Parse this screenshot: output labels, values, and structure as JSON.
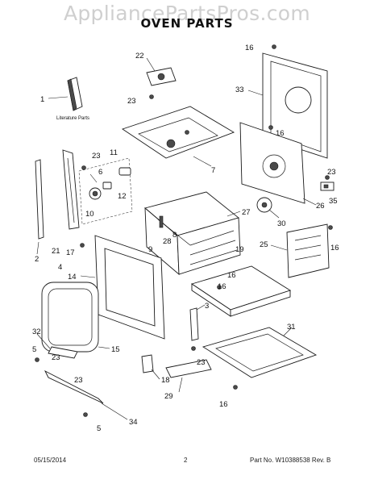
{
  "header": {
    "watermark": "AppliancePartsPros.com",
    "title": "OVEN PARTS"
  },
  "literature_label": "Literature Parts",
  "callouts": [
    "1",
    "2",
    "3",
    "4",
    "5",
    "5",
    "6",
    "7",
    "8",
    "9",
    "10",
    "11",
    "12",
    "14",
    "15",
    "16",
    "16",
    "16",
    "16",
    "16",
    "16",
    "17",
    "18",
    "19",
    "21",
    "22",
    "23",
    "23",
    "23",
    "23",
    "23",
    "23",
    "25",
    "26",
    "27",
    "28",
    "29",
    "30",
    "31",
    "32",
    "33",
    "34",
    "35"
  ],
  "footer": {
    "date": "05/15/2014",
    "page": "2",
    "part_no": "Part No.  W10388538  Rev. B"
  }
}
